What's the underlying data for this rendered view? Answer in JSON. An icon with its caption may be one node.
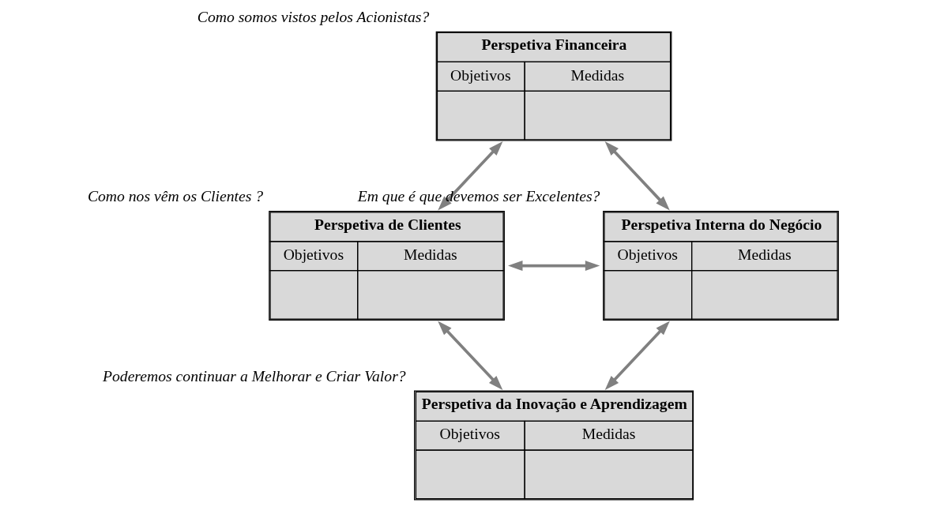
{
  "diagram": {
    "nodes": [
      {
        "text": [
          "Perspetiva Financeira",
          "Objetivos",
          "Medidas"
        ],
        "beside": [
          "Como somos vistos pelos Acionistas?"
        ]
      },
      {
        "text": [
          "Perspetiva de Clientes",
          "Objetivos",
          "Medidas"
        ],
        "beside": [
          "Como nos vêm os Clientes ?"
        ]
      },
      {
        "text": [
          "Perspetiva Interna do Negócio",
          "Objetivos",
          "Medidas"
        ],
        "beside": [
          "Em que é que devemos ser Excelentes?"
        ]
      },
      {
        "text": [
          "Perspetiva da Inovação e Aprendizagem",
          "Objetivos",
          "Medidas"
        ],
        "beside": [
          "Poderemos continuar a Melhorar e Criar Valor?"
        ]
      }
    ],
    "edges": [
      {
        "from": 0,
        "to": 1,
        "arrow": "both"
      },
      {
        "from": 0,
        "to": 2,
        "arrow": "both"
      },
      {
        "from": 1,
        "to": 2,
        "arrow": "both"
      },
      {
        "from": 1,
        "to": 3,
        "arrow": "both"
      },
      {
        "from": 2,
        "to": 3,
        "arrow": "both"
      }
    ]
  }
}
